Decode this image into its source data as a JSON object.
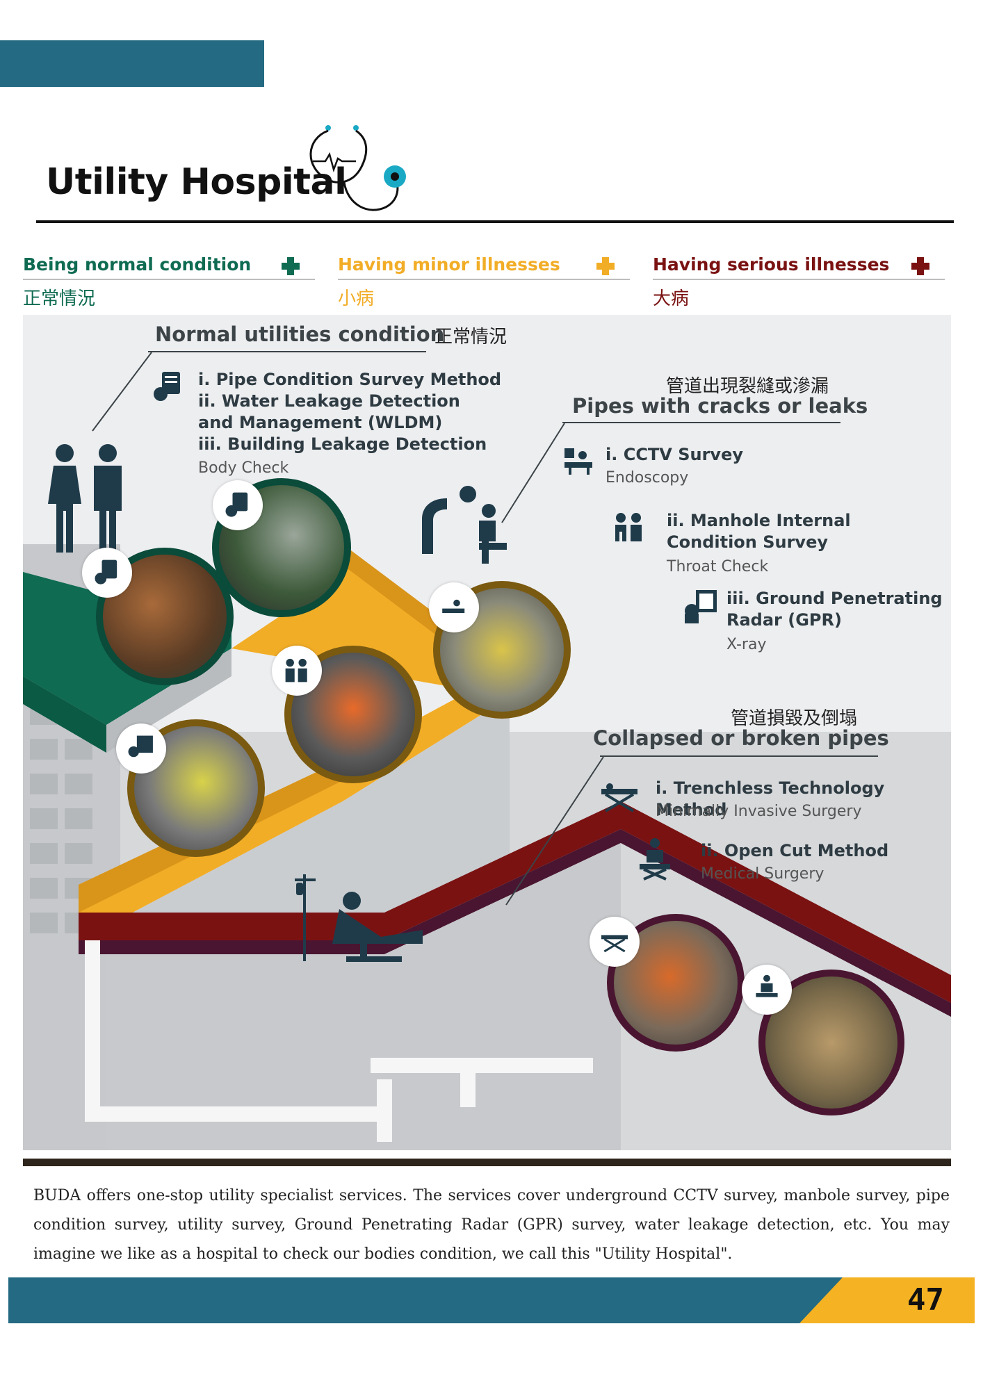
{
  "page": {
    "title": "Utility Hospital",
    "page_number": "47",
    "body_text": "BUDA offers one-stop utility specialist services. The services cover underground CCTV survey, manbole survey, pipe condition survey, utility survey, Ground Penetrating Radar (GPR) survey, water leakage detection, etc. You may imagine we like as a hospital to check our bodies condition, we call this \"Utility Hospital\"."
  },
  "categories": [
    {
      "label": "Being normal condition",
      "cn": "正常情況",
      "color": "#0f6b52"
    },
    {
      "label": "Having minor illnesses",
      "cn": "小病",
      "color": "#f2ad27"
    },
    {
      "label": "Having serious illnesses",
      "cn": "大病",
      "color": "#7a1212"
    }
  ],
  "normal": {
    "heading": "Normal utilities condition",
    "heading_cn": "正常情況",
    "items": [
      "i. Pipe Condition Survey Method",
      "ii. Water Leakage Detection",
      "and Management (WLDM)",
      "iii. Building Leakage Detection"
    ],
    "sub": "Body Check"
  },
  "cracks": {
    "heading_cn": "管道出現裂縫或滲漏",
    "heading": "Pipes with cracks or leaks",
    "item1": "i. CCTV Survey",
    "item1_sub": "Endoscopy",
    "item2a": "ii. Manhole Internal",
    "item2b": "Condition Survey",
    "item2_sub": "Throat Check",
    "item3a": "iii. Ground Penetrating",
    "item3b": "Radar (GPR)",
    "item3_sub": "X-ray"
  },
  "collapsed": {
    "heading_cn": "管道損毀及倒塌",
    "heading": "Collapsed or broken pipes",
    "item1": "i. Trenchless Technology Method",
    "item1_sub": "Minimally Invasive Surgery",
    "item2": "ii. Open Cut Method",
    "item2_sub": "Medical Surgery"
  },
  "colors": {
    "brand_blue": "#236a82",
    "green": "#0f6b52",
    "yellow": "#f2ad27",
    "maroon": "#7a1212",
    "dark_icon": "#1f3b4a"
  }
}
